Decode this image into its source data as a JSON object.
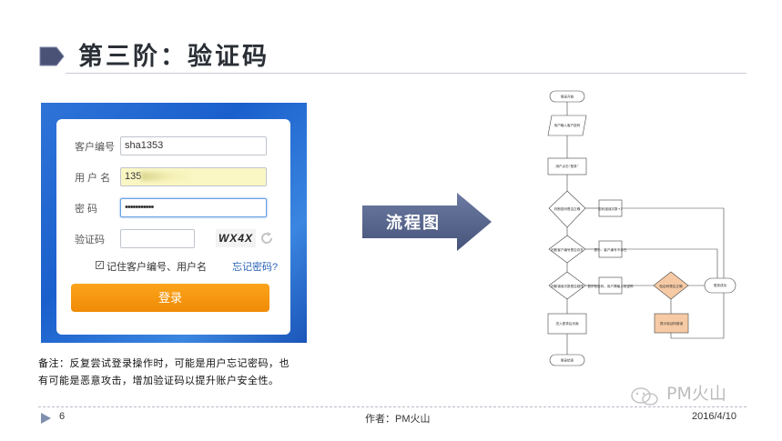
{
  "slide": {
    "title": "第三阶：验证码",
    "note_line1": "备注：反复尝试登录操作时，可能是用户忘记密码，也",
    "note_line2": "有可能是恶意攻击，增加验证码以提升账户安全性。",
    "arrow_label": "流程图",
    "page_number": "6",
    "author": "作者：PM火山",
    "date": "2016/4/10",
    "watermark": "PM火山"
  },
  "login_form": {
    "customer_id_label": "客户编号",
    "customer_id_value": "sha1353",
    "username_label": "用 户 名",
    "username_value_prefix": "135",
    "password_label": "密    码",
    "password_value": "•••••••••••",
    "captcha_label": "验证码",
    "captcha_value": "",
    "captcha_image_text": "WX4X",
    "remember_checked": true,
    "remember_label": "记住客户编号、用户名",
    "forgot_label": "忘记密码?",
    "login_button": "登录"
  },
  "flowchart": {
    "nodes": {
      "start": "登录开始",
      "input": "用户输入客户密码",
      "click": "用户点击“登录”",
      "check_pwd": "判断密码是否正确",
      "pwd_wrong": "密码错误次数+1",
      "check_id": "判断客户编号是否存在",
      "id_wrong": "提示：客户编号不存在",
      "check_times": "判断错误次数是否超限",
      "show_captcha": "显示验证码，用户需输入验证码",
      "check_captcha": "验证码是否正确",
      "captcha_wrong": "提示验证码错误",
      "success": "登录成功",
      "enter": "进入登录后页面",
      "end": "登录结束"
    },
    "colors": {
      "node_fill": "#ffffff",
      "node_stroke": "#444444",
      "highlight_fill": "#f6caa4"
    }
  },
  "colors": {
    "title_marker": "#4a5275",
    "login_button": "#f49a12",
    "arrow_fill": "#56658f",
    "link_blue": "#2a62b8"
  }
}
